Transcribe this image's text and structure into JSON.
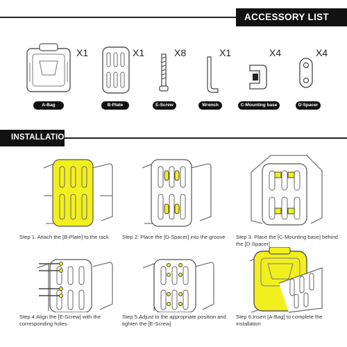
{
  "accessory_list": {
    "title": "ACCESSORY LIST",
    "items": [
      {
        "label": "A-Bag",
        "qty": "X1"
      },
      {
        "label": "B-Plate",
        "qty": "X1"
      },
      {
        "label": "E-Screw",
        "qty": "X8"
      },
      {
        "label": "Wrench",
        "qty": "X1"
      },
      {
        "label": "C-Mounting base",
        "qty": "X4"
      },
      {
        "label": "D-Spacer",
        "qty": "X4"
      }
    ]
  },
  "installation": {
    "title": "INSTALLATION",
    "steps": [
      {
        "text": "Step 1. Attach the [B-Plate] to the rack"
      },
      {
        "text": "Step 2. Place the [D-Spacer] into the groove"
      },
      {
        "text": "Step 3. Place the [C-Mounting base] behind the [D-Spacer]"
      },
      {
        "text": "Step 4.Align the [E-Screw] with the corresponding holes"
      },
      {
        "text": "Step 5.Adjust to the appropriate position and tighten the [E-Screw]"
      },
      {
        "text": "Step 6.Insert [A-Bag] to complete the installation"
      }
    ]
  },
  "colors": {
    "highlight": "#f2ef1f",
    "outline": "#555555",
    "dark": "#111111"
  }
}
